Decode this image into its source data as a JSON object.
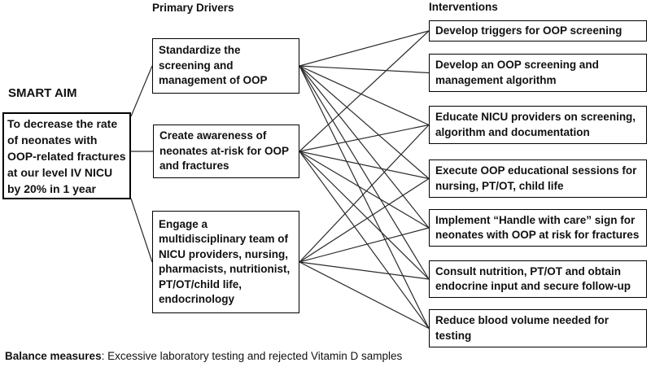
{
  "headers": {
    "smart_aim": "SMART AIM",
    "primary_drivers": "Primary Drivers",
    "interventions": "Interventions"
  },
  "aim": {
    "id": "aim",
    "text": "To decrease the rate\nof neonates with\nOOP-related fractures\nat our level IV NICU\nby 20% in 1 year"
  },
  "drivers": [
    {
      "id": "d1",
      "text": "Standardize the\nscreening and\nmanagement of OOP"
    },
    {
      "id": "d2",
      "text": "Create awareness of\nneonates at-risk for OOP\nand fractures"
    },
    {
      "id": "d3",
      "text": "Engage a\nmultidisciplinary team of\nNICU providers, nursing,\npharmacists, nutritionist,\nPT/OT/child life,\nendocrinology"
    }
  ],
  "interventions": [
    {
      "id": "i1",
      "text": "Develop triggers for OOP screening"
    },
    {
      "id": "i2",
      "text": "Develop an OOP screening and\nmanagement algorithm"
    },
    {
      "id": "i3",
      "text": "Educate NICU providers on screening,\nalgorithm and documentation"
    },
    {
      "id": "i4",
      "text": "Execute OOP educational sessions for\nnursing, PT/OT, child life"
    },
    {
      "id": "i5",
      "text": "Implement “Handle with care” sign for\nneonates with OOP at risk for fractures"
    },
    {
      "id": "i6",
      "text": "Consult nutrition, PT/OT and obtain\nendocrine input and secure follow-up"
    },
    {
      "id": "i7",
      "text": "Reduce blood volume needed for\ntesting"
    }
  ],
  "connections": [
    {
      "from": "aim",
      "to": "d1"
    },
    {
      "from": "aim",
      "to": "d2"
    },
    {
      "from": "aim",
      "to": "d3"
    },
    {
      "from": "d1",
      "to": "i1"
    },
    {
      "from": "d1",
      "to": "i2"
    },
    {
      "from": "d1",
      "to": "i3"
    },
    {
      "from": "d1",
      "to": "i4"
    },
    {
      "from": "d1",
      "to": "i5"
    },
    {
      "from": "d1",
      "to": "i6"
    },
    {
      "from": "d1",
      "to": "i7"
    },
    {
      "from": "d2",
      "to": "i1"
    },
    {
      "from": "d2",
      "to": "i3"
    },
    {
      "from": "d2",
      "to": "i4"
    },
    {
      "from": "d2",
      "to": "i5"
    },
    {
      "from": "d2",
      "to": "i6"
    },
    {
      "from": "d2",
      "to": "i7"
    },
    {
      "from": "d3",
      "to": "i3"
    },
    {
      "from": "d3",
      "to": "i4"
    },
    {
      "from": "d3",
      "to": "i5"
    },
    {
      "from": "d3",
      "to": "i6"
    },
    {
      "from": "d3",
      "to": "i7"
    }
  ],
  "balance_measures": {
    "label": "Balance measures",
    "text": ": Excessive laboratory testing and rejected Vitamin D samples"
  },
  "colors": {
    "line": "#2b2b2b",
    "border": "#000000",
    "background": "#ffffff",
    "text": "#111111"
  }
}
